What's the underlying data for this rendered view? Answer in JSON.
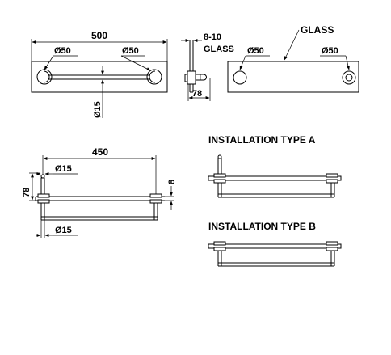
{
  "top_left": {
    "width_dim": "500",
    "dia_left": "Ø50",
    "dia_right": "Ø50",
    "rod_dia": "Ø15"
  },
  "side_view": {
    "glass_thickness": "8-10",
    "glass_label": "GLASS",
    "depth_dim": "78"
  },
  "top_right": {
    "glass_label": "GLASS",
    "dia_left": "Ø50",
    "dia_right": "Ø50"
  },
  "bottom_left": {
    "width_dim": "450",
    "dia_top": "Ø15",
    "dia_bottom": "Ø15",
    "height_dim": "78",
    "thickness_dim": "8"
  },
  "install_a": {
    "title": "INSTALLATION TYPE A"
  },
  "install_b": {
    "title": "INSTALLATION TYPE B"
  }
}
